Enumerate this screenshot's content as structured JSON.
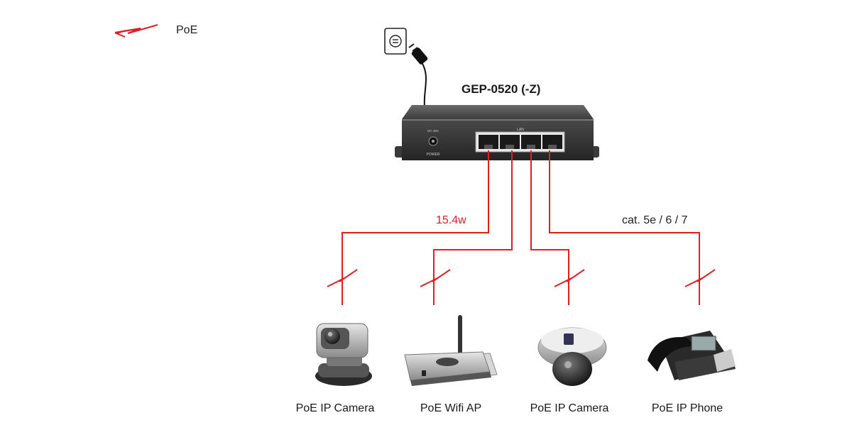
{
  "legend": {
    "label": "PoE",
    "icon": "lightning-bolt-icon",
    "color": "#e02020"
  },
  "switch": {
    "model": "GEP-0520 (-Z)",
    "lan_label": "LAN",
    "power_label": "POWER",
    "dc_label": "DC 48V",
    "port_count": 4
  },
  "power_budget": "15.4w",
  "cable_spec": "cat. 5e / 6 / 7",
  "colors": {
    "poe_line": "#e02020",
    "switch_body": "#3a3a3a",
    "text": "#1a1a1a"
  },
  "devices": [
    {
      "label": "PoE IP Camera",
      "icon": "ptz-camera-icon"
    },
    {
      "label": "PoE Wifi AP",
      "icon": "wifi-access-point-icon"
    },
    {
      "label": "PoE IP Camera",
      "icon": "dome-camera-icon"
    },
    {
      "label": "PoE IP Phone",
      "icon": "ip-phone-icon"
    }
  ]
}
